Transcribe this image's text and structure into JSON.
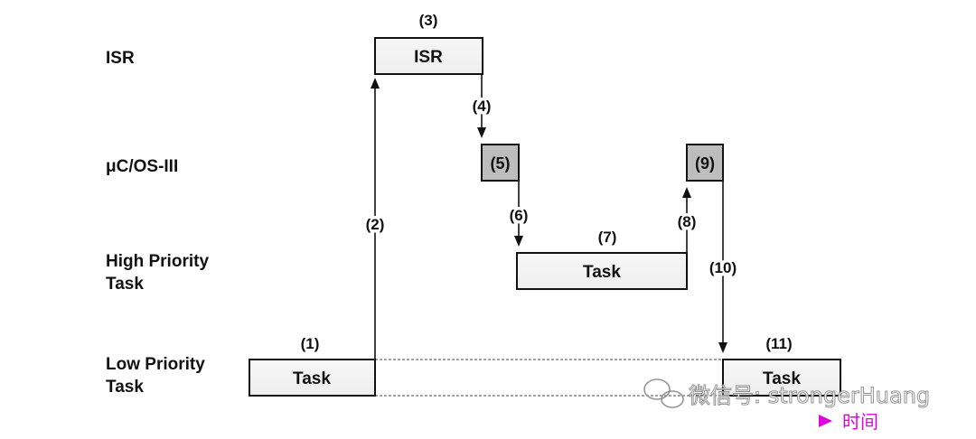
{
  "rows": {
    "isr": "ISR",
    "os": "μC/OS-III",
    "high": [
      "High Priority",
      "Task"
    ],
    "low": [
      "Low Priority",
      "Task"
    ]
  },
  "boxes": {
    "isr": "ISR",
    "step5": "(5)",
    "step9": "(9)",
    "high_task": "Task",
    "low_task_1": "Task",
    "low_task_2": "Task"
  },
  "steps": {
    "s1": "(1)",
    "s2": "(2)",
    "s3": "(3)",
    "s4": "(4)",
    "s6": "(6)",
    "s7": "(7)",
    "s8": "(8)",
    "s10": "(10)",
    "s11": "(11)"
  },
  "time_axis": {
    "label": "时间",
    "color": "#e000e0",
    "color_start": "#f6a8f6"
  },
  "watermark": {
    "text": "微信号: strongerHuang"
  },
  "colors": {
    "box_fill_light": "#eeeeee",
    "box_fill_dark": "#bdbdbd"
  }
}
